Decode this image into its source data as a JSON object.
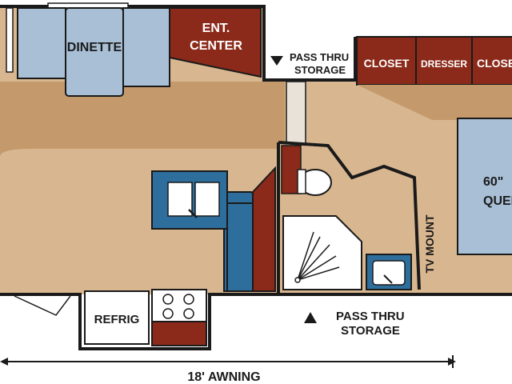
{
  "labels": {
    "dinette": "DINETTE",
    "ent_center_1": "ENT.",
    "ent_center_2": "CENTER",
    "pass_thru_top_1": "PASS THRU",
    "pass_thru_top_2": "STORAGE",
    "closet_left": "CLOSET",
    "dresser": "DRESSER",
    "closet_right": "CLOSET",
    "queen_1": "60\"",
    "queen_2": "QUEEN",
    "tv_mount": "TV MOUNT",
    "refrig": "REFRIG",
    "pass_thru_bottom_1": "PASS THRU",
    "pass_thru_bottom_2": "STORAGE",
    "awning": "18' AWNING"
  },
  "colors": {
    "floor_tan": "#d8b790",
    "floor_dark": "#c49a6c",
    "upholstery_blue": "#a8bfd6",
    "cabinet_red": "#8b2a1a",
    "counter_blue": "#2d6e9c",
    "wall_black": "#1a1a1a"
  }
}
